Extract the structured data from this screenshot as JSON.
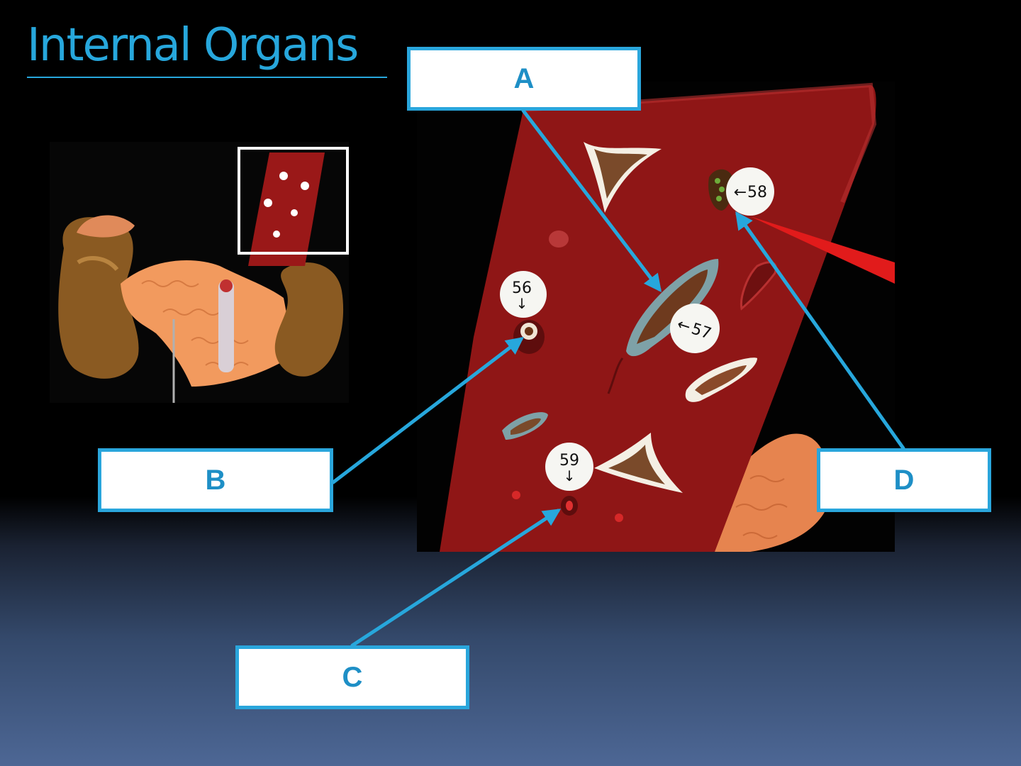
{
  "title": "Internal Organs",
  "colors": {
    "accent": "#27a7dc",
    "label_text": "#1e8fc6",
    "background_top": "#000000",
    "background_bottom": "#4d6795",
    "liver_red": "#8c1414"
  },
  "labels": {
    "a": "A",
    "b": "B",
    "c": "C",
    "d": "D"
  },
  "specimen_tags": {
    "t56": "56",
    "t57": "57",
    "t58": "58",
    "t59": "59"
  }
}
